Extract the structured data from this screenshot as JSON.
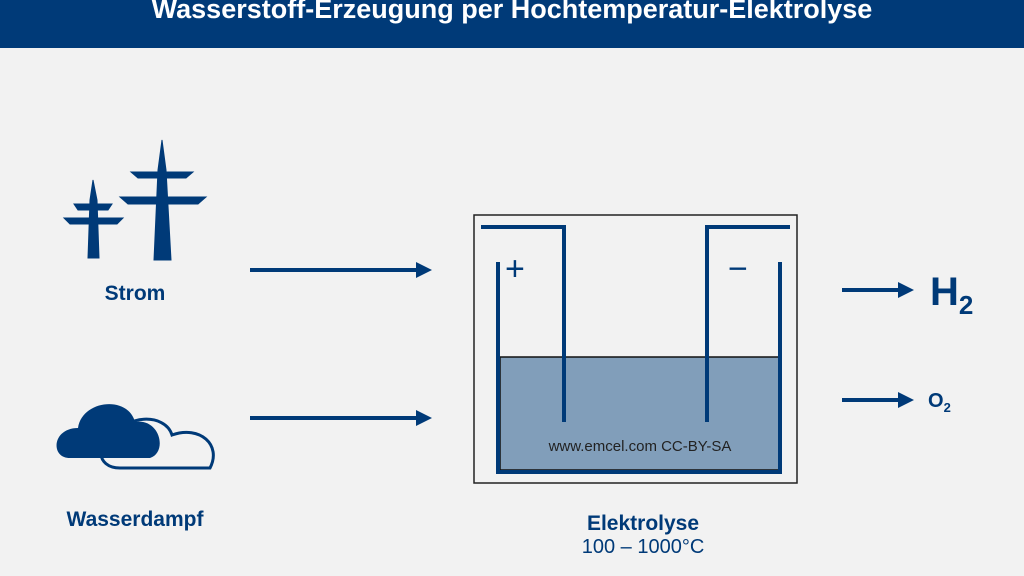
{
  "title": "Wasserstoff-Erzeugung per Hochtemperatur-Elektrolyse",
  "inputs": {
    "power": "Strom",
    "steam": "Wasserdampf"
  },
  "cell": {
    "label": "Elektrolyse",
    "temperature": "100 – 1000°C",
    "anode_sign": "+",
    "cathode_sign": "−",
    "credit": "www.emcel.com CC-BY-SA"
  },
  "outputs": {
    "h2": "H",
    "h2_sub": "2",
    "o2": "O",
    "o2_sub": "2"
  },
  "colors": {
    "brand": "#003a78",
    "electrolyte": "#819eba",
    "background": "#f2f2f2"
  }
}
